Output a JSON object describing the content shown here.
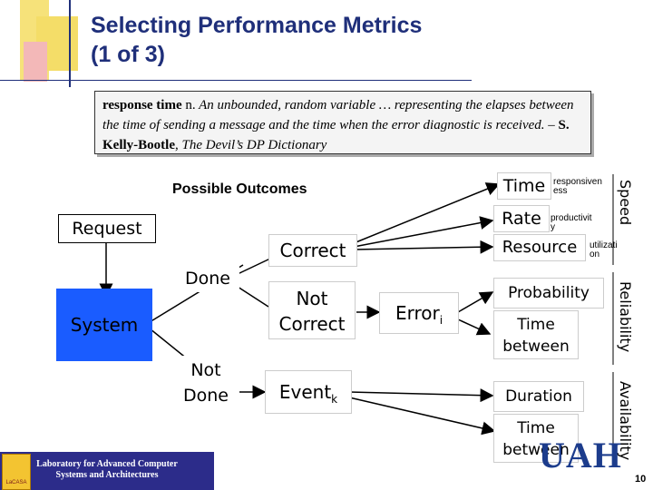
{
  "title": {
    "line1": "Selecting Performance Metrics",
    "line2": "(1 of 3)"
  },
  "quote": {
    "term": "response time",
    "pos": " n.",
    "definition": " An unbounded, random variable … representing the elapses between the time of sending a message and the time when the error diagnostic is received.",
    "dash": " – ",
    "author": "S. Kelly-Bootle",
    "sep": ", ",
    "source": "The Devil’s DP Dictionary"
  },
  "diagram": {
    "possible_outcomes": "Possible Outcomes",
    "request": "Request",
    "system": "System",
    "done": "Done",
    "not_done_1": "Not",
    "not_done_2": "Done",
    "correct": "Correct",
    "not_correct_1": "Not",
    "not_correct_2": "Correct",
    "error": "Error",
    "error_sub": "i",
    "event": "Event",
    "event_sub": "k",
    "time": "Time",
    "responsiveness_1": "responsiven",
    "responsiveness_2": "ess",
    "rate": "Rate",
    "productivity_1": "productivit",
    "productivity_2": "y",
    "resource": "Resource",
    "utilization_1": "utilizati",
    "utilization_2": "on",
    "probability": "Probability",
    "time_between_1": "Time",
    "time_between_2": "between",
    "duration": "Duration",
    "time_between_b1": "Time",
    "time_between_b2": "between",
    "speed": "Speed",
    "reliability": "Reliability",
    "availability": "Availability"
  },
  "footer": {
    "lab_line1": "Laboratory for Advanced Computer",
    "lab_line2": "Systems and Architectures",
    "lab_logo_text": "LaCASA",
    "university": "UAH",
    "slide_number": "10"
  },
  "colors": {
    "title": "#1f2f7a",
    "system_box": "#1a5cff",
    "box_border": "#000000",
    "lab_banner": "#2c2c8a"
  }
}
